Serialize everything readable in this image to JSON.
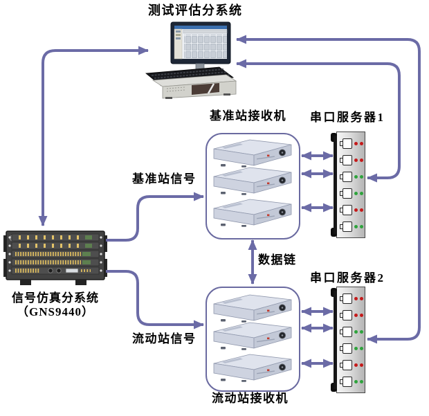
{
  "colors": {
    "arrow": "#6b6ba6",
    "box_border": "#6a6aa0",
    "led_red": "#c41a1a",
    "led_green": "#2ea33c"
  },
  "nodes": {
    "test_eval_system": {
      "label": "测试评估分系统"
    },
    "signal_sim_system": {
      "label": "信号仿真分系统",
      "sublabel": "（GNS9440）"
    },
    "base_station_receivers": {
      "label": "基准站接收机",
      "receiver_count": 3
    },
    "rover_station_receivers": {
      "label": "流动站接收机",
      "receiver_count": 3
    },
    "serial_server_1": {
      "label": "串口服务器1",
      "port_count": 6
    },
    "serial_server_2": {
      "label": "串口服务器2",
      "port_count": 6
    }
  },
  "links": {
    "base_signal": {
      "label": "基准站信号"
    },
    "rover_signal": {
      "label": "流动站信号"
    },
    "data_link": {
      "label": "数据链"
    }
  },
  "serial_port_leds": [
    [
      "red",
      "red"
    ],
    [
      "red",
      "red"
    ],
    [
      "green",
      "green"
    ],
    [
      "green",
      "green"
    ],
    [
      "red",
      "red"
    ],
    [
      "green",
      "green"
    ]
  ]
}
